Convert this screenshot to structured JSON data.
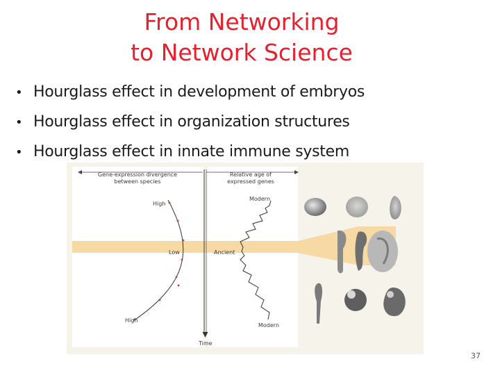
{
  "title": {
    "line1": "From Networking",
    "line2": "to Network Science"
  },
  "bullets": [
    "Hourglass effect in development of embryos",
    "Hourglass effect in organization structures",
    "Hourglass effect in innate immune system"
  ],
  "figure": {
    "left_header_line1": "Gene-expression divergence",
    "left_header_line2": "between species",
    "right_header_line1": "Relative age of",
    "right_header_line2": "expressed genes",
    "left_high_top": "High",
    "left_low": "Low",
    "left_high_bottom": "High",
    "right_modern_top": "Modern",
    "right_ancient": "Ancient",
    "right_modern_bottom": "Modern",
    "time_label": "Time",
    "band_color": "#f6d9a3"
  },
  "page_number": "37"
}
